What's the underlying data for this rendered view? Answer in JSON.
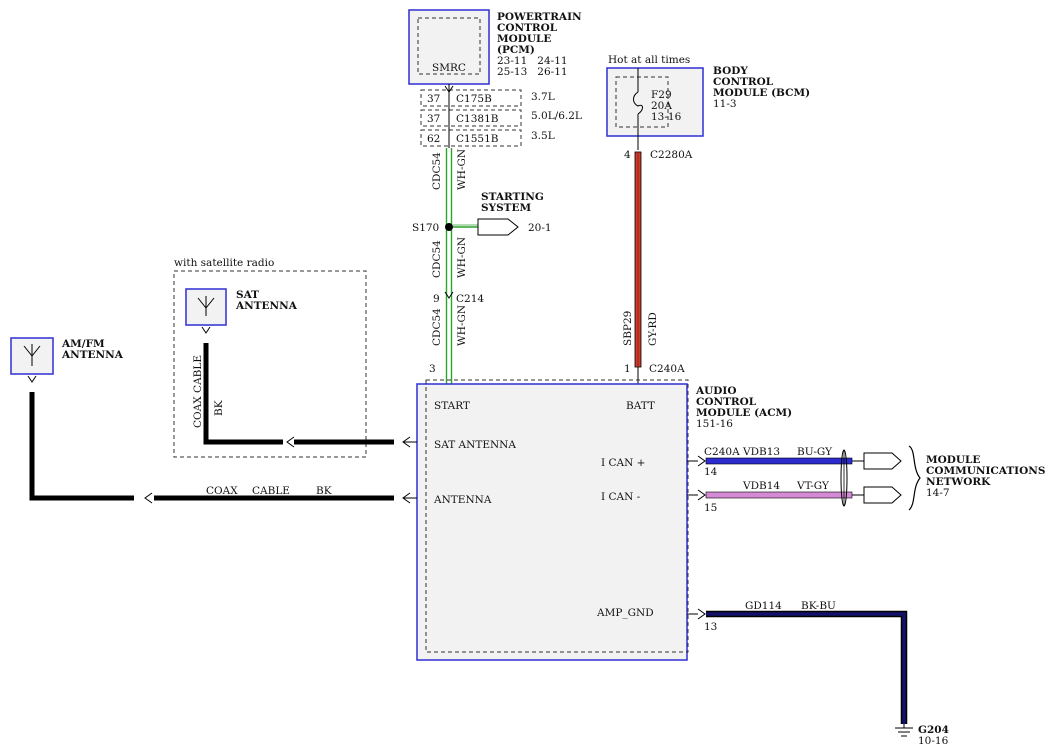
{
  "pcm": {
    "title": [
      "POWERTRAIN",
      "CONTROL",
      "MODULE",
      "(PCM)"
    ],
    "pages": [
      "23-11   24-11",
      "25-13   26-11"
    ],
    "inner": "SMRC",
    "variants": [
      {
        "pin": "37",
        "connector": "C175B",
        "engine": "3.7L"
      },
      {
        "pin": "37",
        "connector": "C1381B",
        "engine": "5.0L/6.2L"
      },
      {
        "pin": "62",
        "connector": "C1551B",
        "engine": "3.5L"
      }
    ]
  },
  "bcm": {
    "hot_label": "Hot at all times",
    "title": [
      "BODY",
      "CONTROL",
      "MODULE (BCM)",
      "11-3"
    ],
    "fuse": [
      "F29",
      "20A",
      "13-16"
    ],
    "pin": "4",
    "connector": "C2280A"
  },
  "start_wire": {
    "circuit": "CDC54",
    "colors": [
      "WH-GN",
      "WH-GN",
      "WH-GN"
    ],
    "splice": "S170",
    "starting_label": [
      "STARTING",
      "SYSTEM"
    ],
    "starting_page": "20-1",
    "c214_pin": "9",
    "c214": "C214",
    "color_hex": "#2fa12f"
  },
  "batt_wire": {
    "circuit": "SBP29",
    "color": "GY-RD",
    "color_hex": "#d03a2a"
  },
  "acm": {
    "title": [
      "AUDIO",
      "CONTROL",
      "MODULE (ACM)",
      "151-16"
    ],
    "pins": {
      "start": "START",
      "batt": "BATT",
      "sat_antenna": "SAT ANTENNA",
      "antenna": "ANTENNA",
      "ican_plus": "I CAN +",
      "ican_minus": "I CAN -",
      "amp_gnd": "AMP_GND"
    },
    "start_pin": "3",
    "batt_pin": "1",
    "connector": "C240A"
  },
  "sat": {
    "group_label": "with satellite radio",
    "antenna_label": [
      "SAT",
      "ANTENNA"
    ],
    "cable": "COAX CABLE",
    "color": "BK"
  },
  "amfm": {
    "label": [
      "AM/FM",
      "ANTENNA"
    ],
    "cable_label": "COAX",
    "cable_word": "CABLE",
    "color": "BK"
  },
  "can": {
    "connector": "C240A",
    "plus": {
      "pin": "14",
      "circuit": "VDB13",
      "color": "BU-GY",
      "color_hex": "#2b2bd0"
    },
    "minus": {
      "pin": "15",
      "circuit": "VDB14",
      "color": "VT-GY",
      "color_hex": "#d58ad5"
    },
    "network": [
      "MODULE",
      "COMMUNICATIONS",
      "NETWORK",
      "14-7"
    ]
  },
  "ground": {
    "pin": "13",
    "circuit": "GD114",
    "color": "BK-BU",
    "label": "G204",
    "page": "10-16",
    "color_hex": "#12126a"
  }
}
